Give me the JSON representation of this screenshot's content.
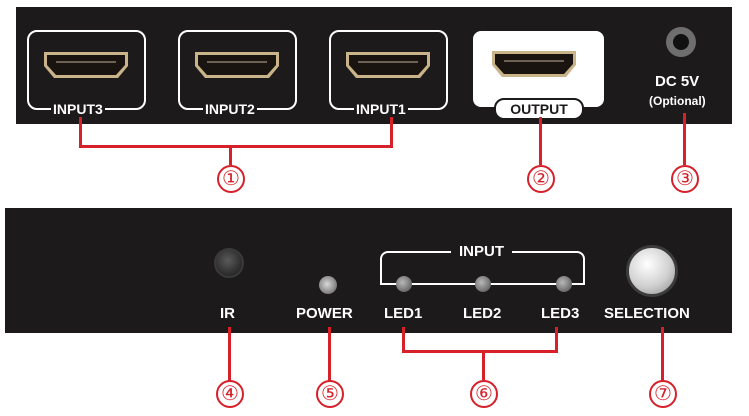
{
  "top_panel": {
    "ports": [
      {
        "label": "INPUT3",
        "type": "hdmi"
      },
      {
        "label": "INPUT2",
        "type": "hdmi"
      },
      {
        "label": "INPUT1",
        "type": "hdmi"
      },
      {
        "label": "OUTPUT",
        "type": "hdmi"
      }
    ],
    "power": {
      "label": "DC 5V",
      "sublabel": "(Optional)"
    }
  },
  "bottom_panel": {
    "ir_label": "IR",
    "power_label": "POWER",
    "input_group_label": "INPUT",
    "leds": [
      "LED1",
      "LED2",
      "LED3"
    ],
    "button_label": "SELECTION"
  },
  "callouts": [
    "①",
    "②",
    "③",
    "④",
    "⑤",
    "⑥",
    "⑦"
  ],
  "colors": {
    "panel": "#1c1a1b",
    "callout": "#d6202a",
    "text": "#ffffff"
  }
}
